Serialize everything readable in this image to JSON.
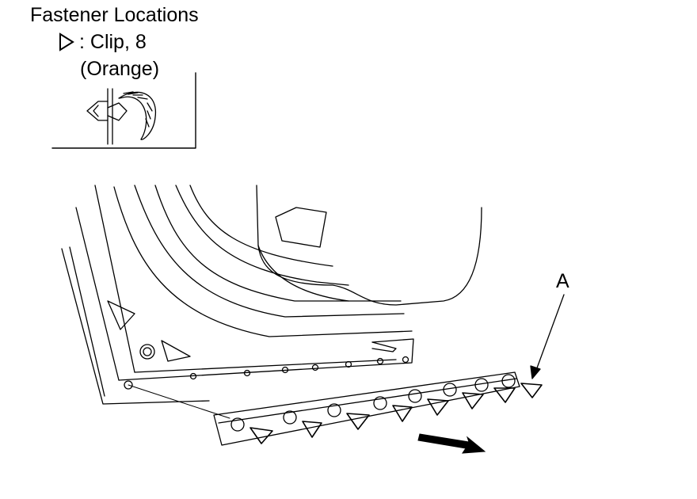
{
  "header": {
    "title": "Fastener Locations",
    "legend_text": ": Clip, 8",
    "legend_color": "(Orange)",
    "legend_symbol": "triangle-outline-icon"
  },
  "callouts": {
    "part_label": "A"
  },
  "colors": {
    "line": "#000000",
    "background": "#ffffff"
  }
}
